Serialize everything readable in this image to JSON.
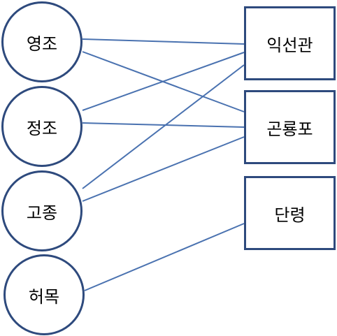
{
  "colors": {
    "stroke": "#2e4a7d",
    "edge": "#4a72b0",
    "text": "#000000",
    "background": "#ffffff"
  },
  "nodes": {
    "yeongjo": "영조",
    "jeongjo": "정조",
    "gojong": "고종",
    "heomok": "허목",
    "ikseongwan": "익선관",
    "gonryongpo": "곤룡포",
    "dallyeong": "단령"
  },
  "edges": [
    {
      "from": "yeongjo",
      "to": "ikseongwan"
    },
    {
      "from": "yeongjo",
      "to": "gonryongpo"
    },
    {
      "from": "jeongjo",
      "to": "ikseongwan"
    },
    {
      "from": "jeongjo",
      "to": "gonryongpo"
    },
    {
      "from": "gojong",
      "to": "ikseongwan"
    },
    {
      "from": "gojong",
      "to": "gonryongpo"
    },
    {
      "from": "heomok",
      "to": "dallyeong"
    }
  ]
}
